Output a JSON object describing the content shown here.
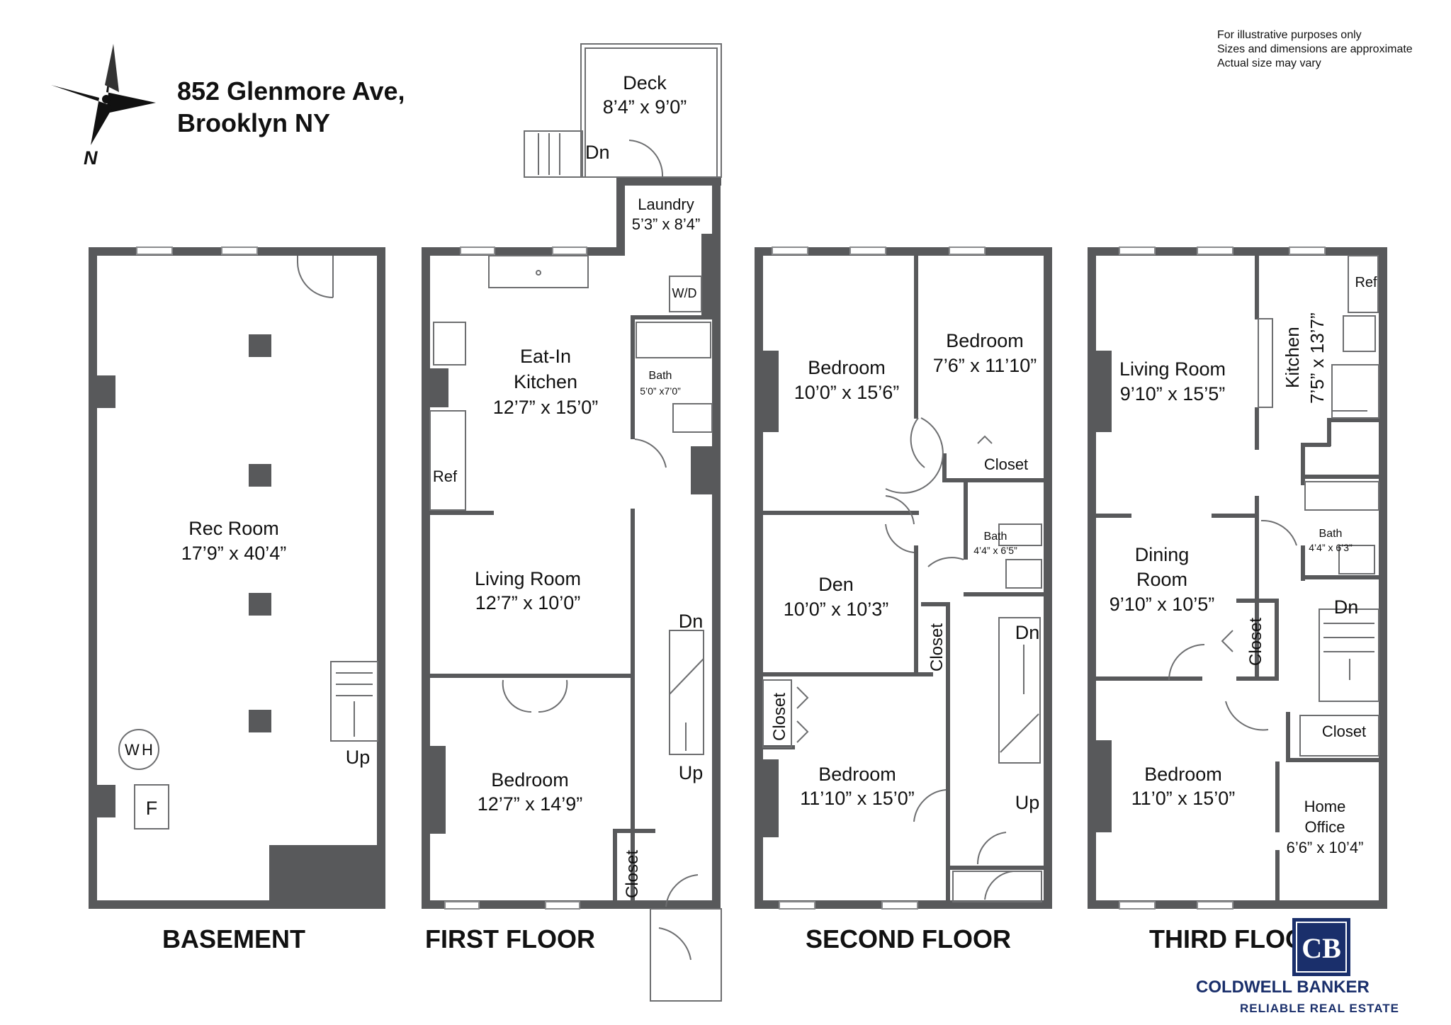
{
  "address": {
    "line1": "852 Glenmore Ave,",
    "line2": "Brooklyn NY"
  },
  "compass": {
    "label": "N"
  },
  "disclaimer": [
    "For illustrative purposes only",
    "Sizes and dimensions are approximate",
    "Actual size may vary"
  ],
  "brand": {
    "name": "COLDWELL BANKER",
    "sub": "RELIABLE REAL ESTATE",
    "logo_letters": "CB",
    "color": "#1a2f6b"
  },
  "floors": {
    "basement": {
      "label": "BASEMENT",
      "rooms": [
        {
          "name": "Rec Room",
          "dims": "17’9” x 40’4”"
        }
      ],
      "fixtures": {
        "wh_w": "W",
        "wh_h": "H",
        "f": "F",
        "up": "Up"
      }
    },
    "first": {
      "label": "FIRST FLOOR",
      "rooms": [
        {
          "name": "Deck",
          "dims": "8’4” x 9’0”"
        },
        {
          "name": "Laundry",
          "dims": "5’3” x 8’4”"
        },
        {
          "name": "Eat-In",
          "name2": "Kitchen",
          "dims": "12’7” x 15’0”"
        },
        {
          "name": "Bath",
          "dims": "5’0” x7’0”"
        },
        {
          "name": "Living Room",
          "dims": "12’7” x 10’0”"
        },
        {
          "name": "Bedroom",
          "dims": "12’7” x 14’9”"
        }
      ],
      "labels": {
        "wd": "W/D",
        "ref": "Ref",
        "dn_deck": "Dn",
        "dn": "Dn",
        "up": "Up",
        "closet": "Closet"
      }
    },
    "second": {
      "label": "SECOND FLOOR",
      "rooms": [
        {
          "name": "Bedroom",
          "dims": "10’0” x 15’6”"
        },
        {
          "name": "Bedroom",
          "dims": "7’6” x 11’10”"
        },
        {
          "name": "Den",
          "dims": "10’0” x 10’3”"
        },
        {
          "name": "Bath",
          "dims": "4’4” x 6’5”"
        },
        {
          "name": "Bedroom",
          "dims": "11’10” x 15’0”"
        }
      ],
      "labels": {
        "closet1": "Closet",
        "closet2": "Closet",
        "closet3": "Closet",
        "dn": "Dn",
        "up": "Up"
      }
    },
    "third": {
      "label": "THIRD FLOOR",
      "rooms": [
        {
          "name": "Living Room",
          "dims": "9’10” x 15’5”"
        },
        {
          "name": "Kitchen",
          "dims": "7’5” x 13’7”"
        },
        {
          "name": "Dining",
          "name2": "Room",
          "dims": "9’10” x 10’5”"
        },
        {
          "name": "Bath",
          "dims": "4’4” x 6’3”"
        },
        {
          "name": "Bedroom",
          "dims": "11’0” x 15’0”"
        },
        {
          "name": "Home",
          "name2": "Office",
          "dims": "6’6” x 10’4”"
        }
      ],
      "labels": {
        "ref": "Ref",
        "dn": "Dn",
        "closet1": "Closet",
        "closet2": "Closet"
      }
    }
  }
}
